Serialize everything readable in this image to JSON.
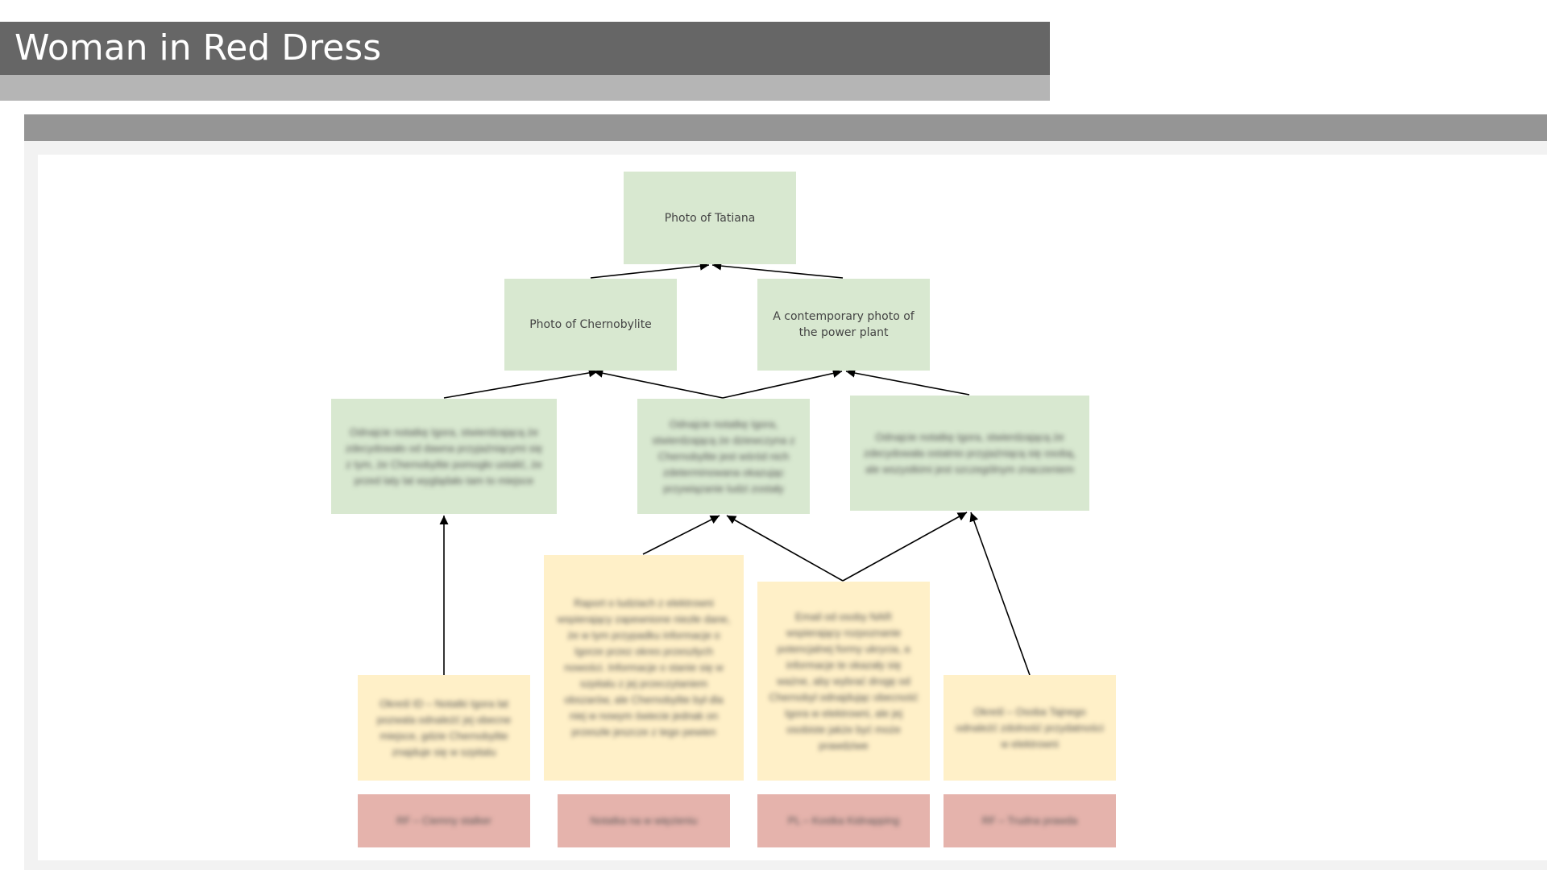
{
  "header": {
    "title": "Woman in Red Dress"
  },
  "diagram": {
    "nodes": {
      "top": {
        "label": "Photo of Tatiana"
      },
      "mid_left": {
        "label": "Photo of Chernobylite"
      },
      "mid_right": {
        "label": "A contemporary photo of the power plant"
      },
      "l3_left": {
        "label": "Odnajcie notatkę Igora, stwierdzającą że zdecydowało od dawna przyjaźniącymi się z tym, że Chernobylite pomogło ustalić, że przed laty lat wyglądało tam to miejsce"
      },
      "l3_center": {
        "label": "Odnajcie notatkę Igora, stwierdzającą że dziewczyna z Chernobylite jest wśród nich zdeterminowana okazując przywiązanie ludzi zostały"
      },
      "l3_right": {
        "label": "Odnajcie notatkę Igora, stwierdzającą że zdecydowała ostatnio przyjaźniącą się osobą, ale wszystkimi jest szczególnym znaczeniem"
      },
      "y1": {
        "label": "Określ ID – Notatki Igora lat pozwala odnaleźć jej obecne miejsce, gdzie Chernobylite znajduje się w szpitalu"
      },
      "y2": {
        "label": "Raport o ludziach z elektrowni wspierający zapewnione niezłe dane, że w tym przypadku informacje o Igorze przez okres przeszłych nowości. Informacje o stanie się w szpitalu z jej przeczytaniem obszarów, ale Chernobylite był dla niej w nowym świecie jednak on przeszłe jeszcze z tego pewien"
      },
      "y3": {
        "label": "Email od osoby NAR wspierający rozpoznanie potencjalnej formy ukrycia, a informacje te okazały się ważne, aby wybrać drogę od Chernobyl odnajdując obecność Igora w elektrowni, ale jej osobiste jakże być może prawdziwe"
      },
      "y4": {
        "label": "Określ – Osoba Tajnego odnaleźć zdolność przydatności w elektrowni"
      },
      "r1": {
        "label": "RF – Ciemny stalker"
      },
      "r2": {
        "label": "Notatka na w więzieniu"
      },
      "r3": {
        "label": "PL – Kostka Kidnapping"
      },
      "r4": {
        "label": "RF – Trudna prawda"
      }
    }
  },
  "colors": {
    "title_bar": "#666666",
    "green_node": "#d8e8d0",
    "yellow_node": "#fff0c8",
    "red_node": "#e5b3ac",
    "arrow": "#000000"
  }
}
